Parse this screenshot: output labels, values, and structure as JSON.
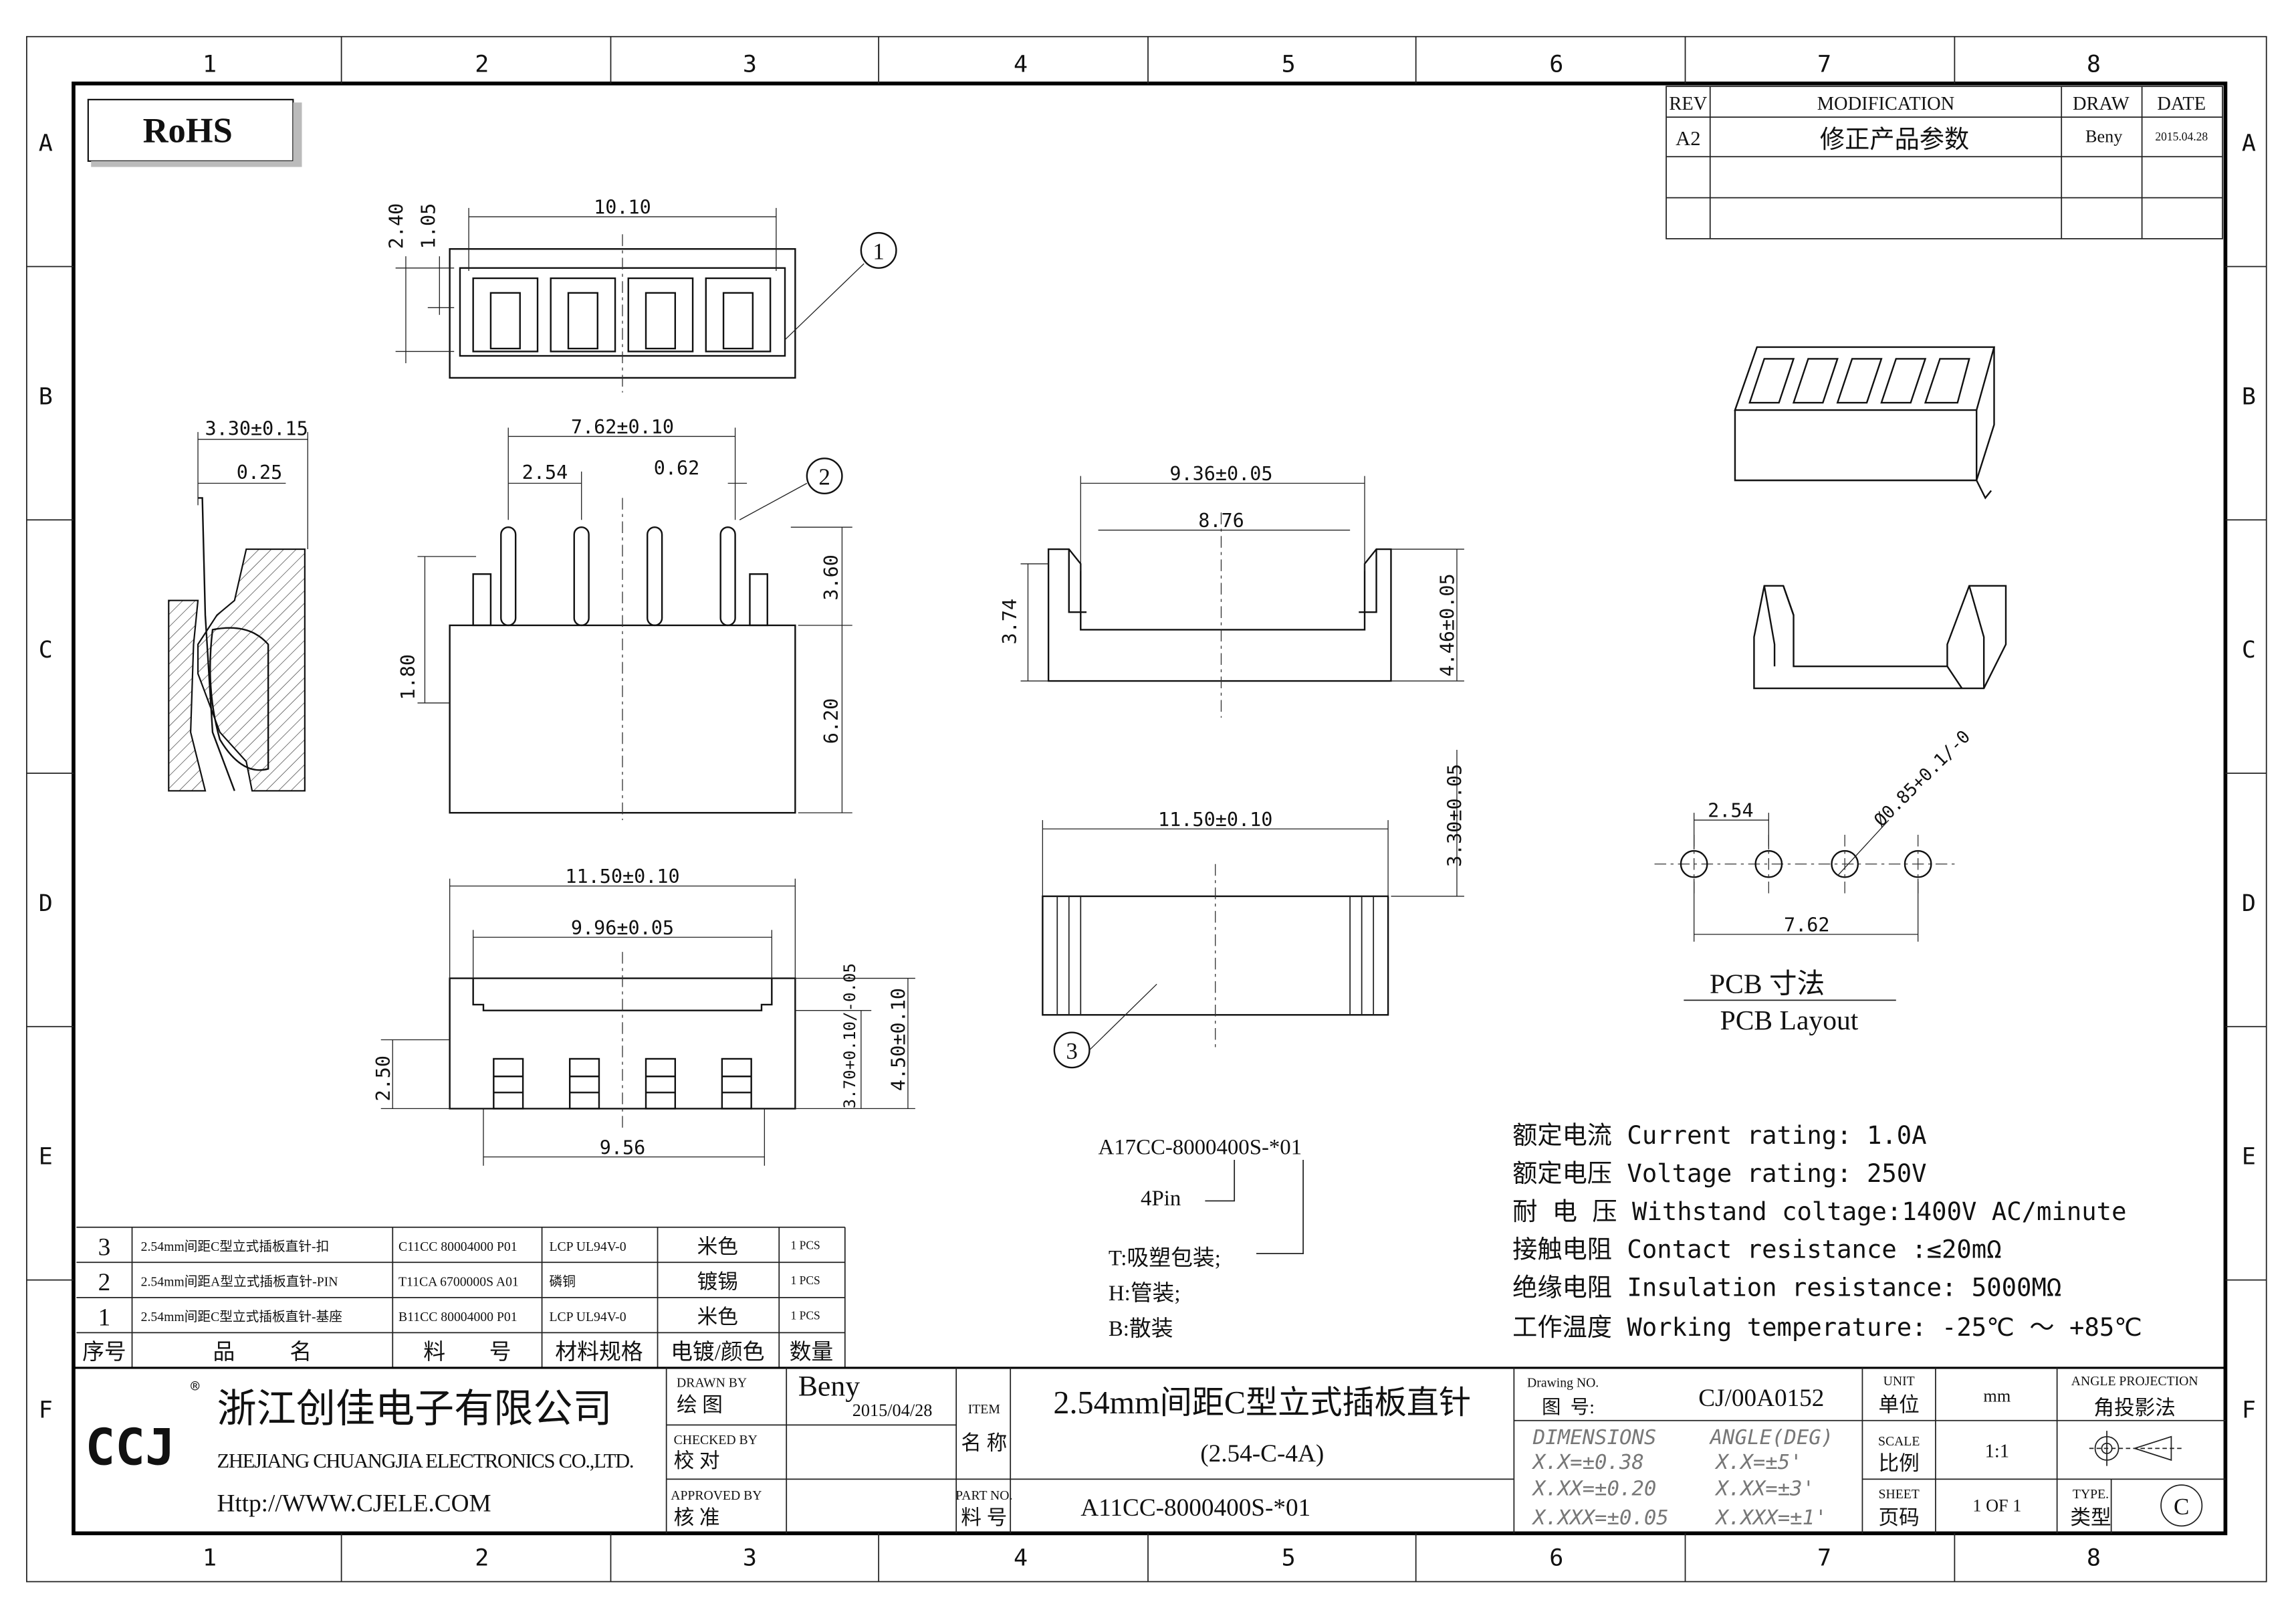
{
  "rohs": "RoHS",
  "zones": {
    "cols": [
      "1",
      "2",
      "3",
      "4",
      "5",
      "6",
      "7",
      "8"
    ],
    "rows": [
      "A",
      "B",
      "C",
      "D",
      "E",
      "F"
    ]
  },
  "revision": {
    "headers": [
      "REV",
      "MODIFICATION",
      "DRAW",
      "DATE"
    ],
    "rows": [
      [
        "A2",
        "修正产品参数",
        "Beny",
        "2015.04.28"
      ]
    ]
  },
  "dims": {
    "top_width": "10.10",
    "top_h1": "2.40",
    "top_h2": "1.05",
    "side_w": "3.30±0.15",
    "side_t": "0.25",
    "pitch_total": "7.62±0.10",
    "pitch": "2.54",
    "pin_w": "0.62",
    "pin_h": "3.60",
    "body_h": "6.20",
    "pin_low": "1.80",
    "mid_outer": "9.36±0.05",
    "mid_inner": "8.76",
    "mid_h": "3.74",
    "mid_total_h": "4.46±0.05",
    "bot_w": "11.50±0.10",
    "bot_h": "3.30±0.05",
    "base_w": "11.50±0.10",
    "base_inner": "9.96±0.05",
    "base_h1": "2.50",
    "base_h2": "3.70+0.10/-0.05",
    "base_h3": "4.50±0.10",
    "base_bottom": "9.56",
    "pcb_pitch": "2.54",
    "pcb_hole": "Ø0.85+0.1/-0",
    "pcb_total": "7.62"
  },
  "balloons": [
    "1",
    "2",
    "3"
  ],
  "part_code": {
    "code": "A17CC-8000400S-*01",
    "pins": "4Pin",
    "opt_t": "T:吸塑包装;",
    "opt_h": "H:管装;",
    "opt_b": "B:散装"
  },
  "pcb": {
    "title_cn": "PCB  寸法",
    "title_en": "PCB Layout"
  },
  "specs": [
    "额定电流 Current rating: 1.0A",
    "额定电压 Voltage rating: 250V",
    "耐 电 压 Withstand coltage:1400V AC/minute",
    "接触电阻 Contact resistance :≤20mΩ",
    "绝缘电阻 Insulation resistance: 5000MΩ",
    "工作温度 Working temperature: -25℃ ～ +85℃"
  ],
  "bom": {
    "rows": [
      [
        "3",
        "2.54mm间距C型立式插板直针-扣",
        "C11CC 80004000 P01",
        "LCP UL94V-0",
        "米色",
        "1 PCS"
      ],
      [
        "2",
        "2.54mm间距A型立式插板直针-PIN",
        "T11CA 6700000S A01",
        "磷铜",
        "镀锡",
        "1 PCS"
      ],
      [
        "1",
        "2.54mm间距C型立式插板直针-基座",
        "B11CC 80004000 P01",
        "LCP UL94V-0",
        "米色",
        "1 PCS"
      ]
    ],
    "headers": [
      "序号",
      "品          名",
      "料        号",
      "材料规格",
      "电镀/颜色",
      "数量"
    ]
  },
  "title_block": {
    "logo": "CCJ",
    "company_cn": "浙江创佳电子有限公司",
    "company_en": "ZHEJIANG CHUANGJIA ELECTRONICS CO.,LTD.",
    "website": "Http://WWW.CJELE.COM",
    "drawn_by_en": "DRAWN BY",
    "drawn_by_cn": "绘 图",
    "drawn_by": "Beny",
    "drawn_date": "2015/04/28",
    "checked_by_en": "CHECKED BY",
    "checked_by_cn": "校 对",
    "approved_by_en": "APPROVED BY",
    "approved_by_cn": "核 准",
    "item_en": "ITEM",
    "item_cn": "名 称",
    "title": "2.54mm间距C型立式插板直针",
    "subtitle": "(2.54-C-4A)",
    "part_no_en": "PART NO.",
    "part_no_cn": "料 号",
    "part_no": "A11CC-8000400S-*01",
    "drawing_no_en": "Drawing NO.",
    "drawing_no_cn": "图  号:",
    "drawing_no": "CJ/00A0152",
    "tol_dim": [
      "DIMENSIONS",
      "X.X=±0.38",
      "X.XX=±0.20",
      "X.XXX=±0.05"
    ],
    "tol_ang": [
      "ANGLE(DEG)",
      "X.X=±5'",
      "X.XX=±3'",
      "X.XXX=±1'"
    ],
    "unit_en": "UNIT",
    "unit_cn": "单位",
    "unit": "mm",
    "scale_en": "SCALE",
    "scale_cn": "比例",
    "scale": "1:1",
    "sheet_en": "SHEET",
    "sheet_cn": "页码",
    "sheet": "1 OF 1",
    "proj_en": "ANGLE PROJECTION",
    "proj_cn": "角投影法",
    "type_en": "TYPE.",
    "type_cn": "类型",
    "type": "C"
  }
}
